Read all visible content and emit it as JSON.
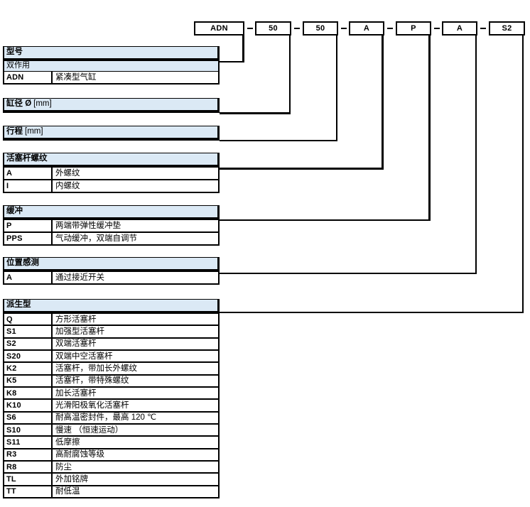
{
  "code_bar": {
    "separator": "–",
    "parts": [
      "ADN",
      "50",
      "50",
      "A",
      "P",
      "A",
      "S2"
    ]
  },
  "colors": {
    "header_bg": "#dbe9f5",
    "line": "#000000"
  },
  "sections": [
    {
      "title": "型号",
      "subtitle": "双作用",
      "rows": [
        {
          "code": "ADN",
          "desc": "紧凑型气缸"
        }
      ]
    },
    {
      "title": "缸径 Ø",
      "unit": "[mm]",
      "rows": []
    },
    {
      "title": "行程",
      "unit": "[mm]",
      "rows": []
    },
    {
      "title": "活塞杆螺纹",
      "rows": [
        {
          "code": "A",
          "desc": "外螺纹"
        },
        {
          "code": "I",
          "desc": "内螺纹"
        }
      ]
    },
    {
      "title": "缓冲",
      "rows": [
        {
          "code": "P",
          "desc": "两端带弹性缓冲垫"
        },
        {
          "code": "PPS",
          "desc": "气动缓冲，双端自调节"
        }
      ]
    },
    {
      "title": "位置感测",
      "rows": [
        {
          "code": "A",
          "desc": "通过接近开关"
        }
      ]
    },
    {
      "title": "派生型",
      "rows": [
        {
          "code": "Q",
          "desc": "方形活塞杆"
        },
        {
          "code": "S1",
          "desc": "加强型活塞杆"
        },
        {
          "code": "S2",
          "desc": "双端活塞杆"
        },
        {
          "code": "S20",
          "desc": "双端中空活塞杆"
        },
        {
          "code": "K2",
          "desc": "活塞杆，带加长外螺纹"
        },
        {
          "code": "K5",
          "desc": "活塞杆，带特殊螺纹"
        },
        {
          "code": "K8",
          "desc": "加长活塞杆"
        },
        {
          "code": "K10",
          "desc": "光滑阳极氧化活塞杆"
        },
        {
          "code": "S6",
          "desc": "耐高温密封件，最高 120 ℃"
        },
        {
          "code": "S10",
          "desc": "慢速 （恒速运动）"
        },
        {
          "code": "S11",
          "desc": "低摩擦"
        },
        {
          "code": "R3",
          "desc": "高耐腐蚀等级"
        },
        {
          "code": "R8",
          "desc": "防尘"
        },
        {
          "code": "TL",
          "desc": "外加铭牌"
        },
        {
          "code": "TT",
          "desc": "耐低温"
        }
      ]
    }
  ]
}
